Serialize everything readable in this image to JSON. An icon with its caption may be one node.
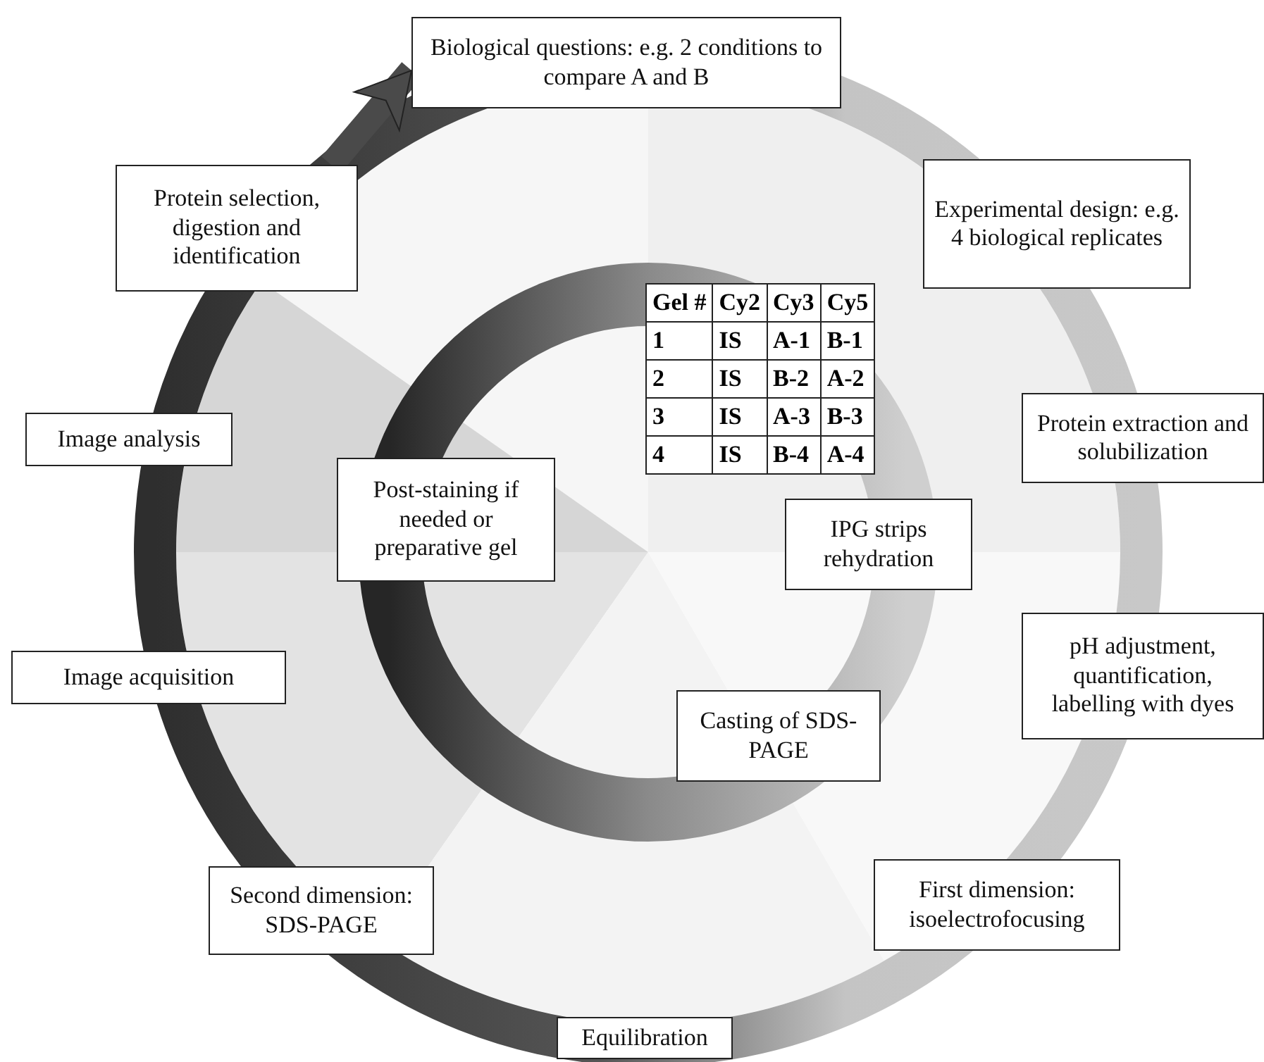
{
  "diagram": {
    "nodes": [
      {
        "text": [
          "Biological questions: e.g. 2 conditions to compare A and B"
        ]
      },
      {
        "text": [
          "Protein selection, digestion and identification"
        ]
      },
      {
        "text": [
          "Experimental design: e.g. 4 biological replicates"
        ]
      },
      {
        "text": [
          "Image analysis"
        ]
      },
      {
        "text": [
          "Protein extraction and solubilization"
        ]
      },
      {
        "text": [
          "Post-staining if needed or preparative gel"
        ]
      },
      {
        "text": [
          "IPG strips rehydration"
        ]
      },
      {
        "text": [
          "pH adjustment, quantification, labelling with dyes"
        ]
      },
      {
        "text": [
          "Image acquisition"
        ]
      },
      {
        "text": [
          "Casting of SDS-PAGE"
        ]
      },
      {
        "text": [
          "Second dimension: SDS-PAGE"
        ]
      },
      {
        "text": [
          "First dimension: isoelectrofocusing"
        ]
      },
      {
        "text": [
          "Equilibration"
        ]
      }
    ],
    "edges": [
      {
        "from": 1,
        "to": 0,
        "arrow": "to"
      }
    ],
    "labels": [
      "Gel #",
      "Cy2",
      "Cy3",
      "Cy5",
      "1",
      "IS",
      "A-1",
      "B-1",
      "2",
      "IS",
      "B-2",
      "A-2",
      "3",
      "IS",
      "A-3",
      "B-3",
      "4",
      "IS",
      "B-4",
      "A-4"
    ]
  }
}
